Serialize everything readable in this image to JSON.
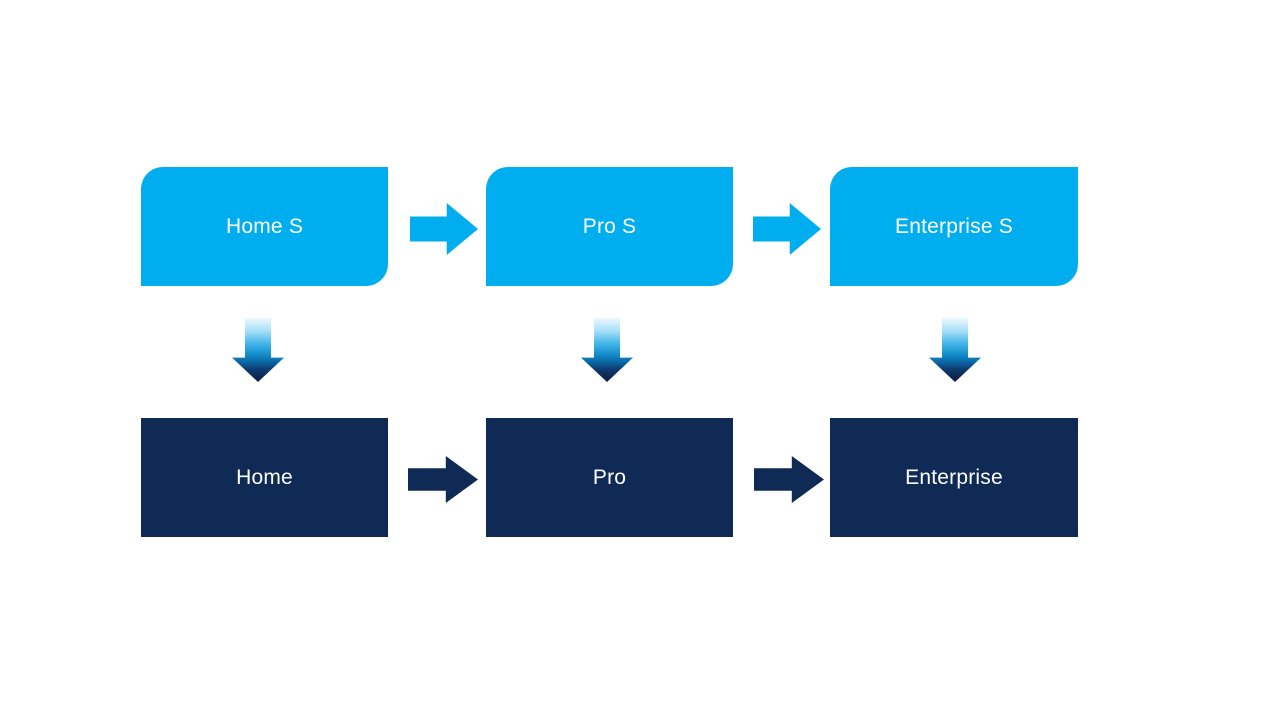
{
  "colors": {
    "light_blue": "#00AEEF",
    "dark_navy": "#0E2A55",
    "text": "#FFFFFF",
    "background": "#FFFFFF"
  },
  "diagram": {
    "type": "flow",
    "top_row": [
      {
        "label": "Home S"
      },
      {
        "label": "Pro S"
      },
      {
        "label": "Enterprise S"
      }
    ],
    "bottom_row": [
      {
        "label": "Home"
      },
      {
        "label": "Pro"
      },
      {
        "label": "Enterprise"
      }
    ],
    "icons": {
      "horizontal_connector": "right-arrow",
      "vertical_connector": "down-arrow"
    }
  }
}
